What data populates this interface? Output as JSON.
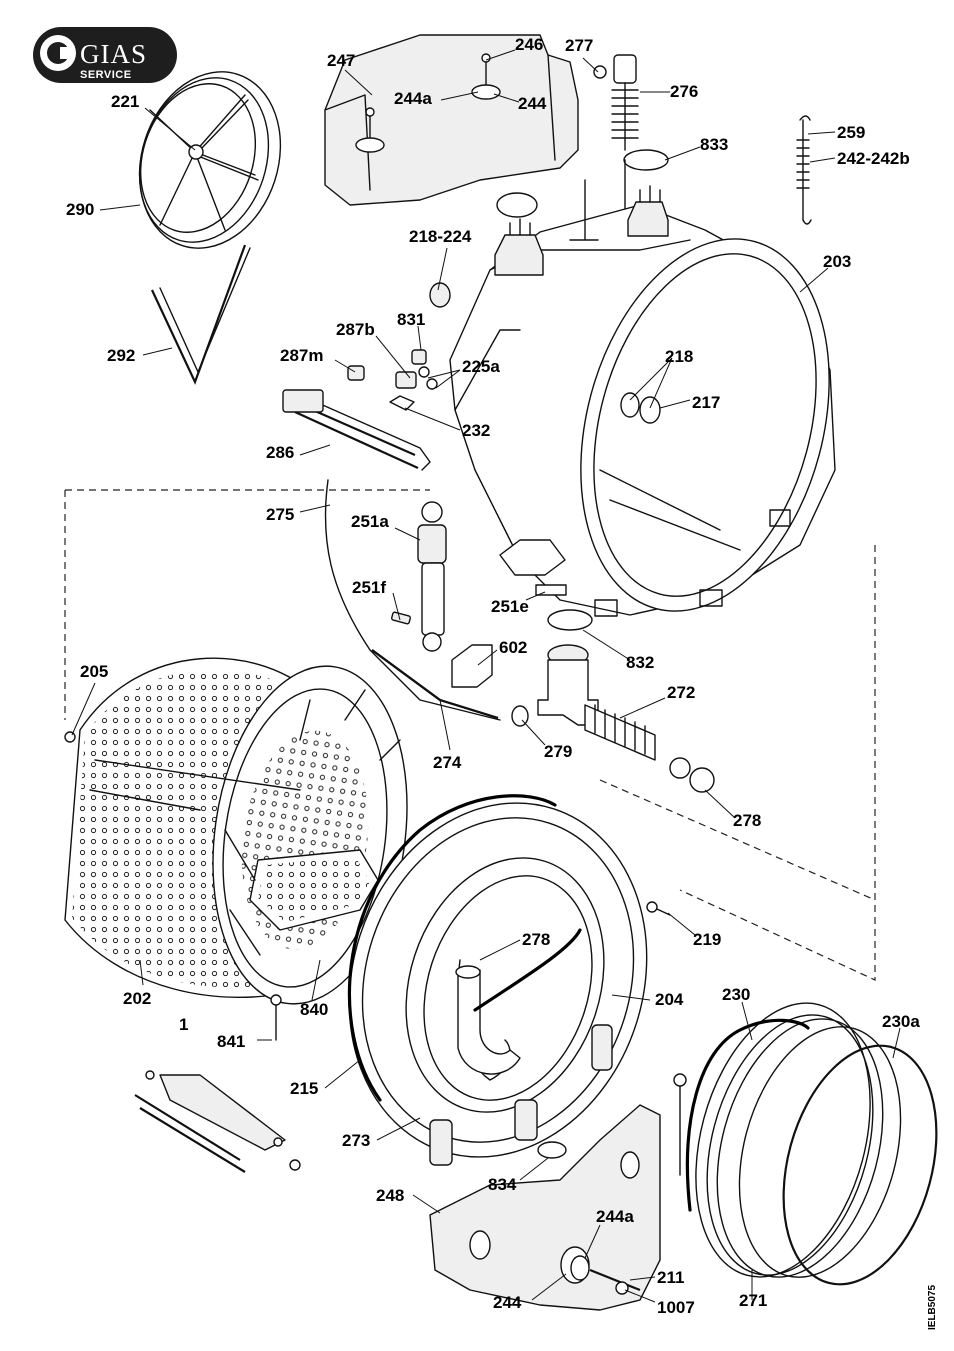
{
  "logo": {
    "brand": "GIAS",
    "subtitle": "SERVICE"
  },
  "drawing_code": "IELB5075",
  "labels": {
    "l221": "221",
    "l290": "290",
    "l292": "292",
    "l247": "247",
    "l246": "246",
    "l244a_top": "244a",
    "l244_top": "244",
    "l277": "277",
    "l276": "276",
    "l833": "833",
    "l259": "259",
    "l242": "242-242b",
    "l203": "203",
    "l218_224": "218-224",
    "l287b": "287b",
    "l831": "831",
    "l287m": "287m",
    "l225a": "225a",
    "l232": "232",
    "l286": "286",
    "l218": "218",
    "l217": "217",
    "l275": "275",
    "l251a": "251a",
    "l251f": "251f",
    "l251e": "251e",
    "l602": "602",
    "l832": "832",
    "l205": "205",
    "l272": "272",
    "l274": "274",
    "l279": "279",
    "l278_a": "278",
    "l219": "219",
    "l278_b": "278",
    "l202": "202",
    "l204": "204",
    "l230": "230",
    "l230a": "230a",
    "l840": "840",
    "l1": "1",
    "l841": "841",
    "l215": "215",
    "l273": "273",
    "l834": "834",
    "l248": "248",
    "l244a_bot": "244a",
    "l211": "211",
    "l244_bot": "244",
    "l1007": "1007",
    "l271": "271"
  }
}
